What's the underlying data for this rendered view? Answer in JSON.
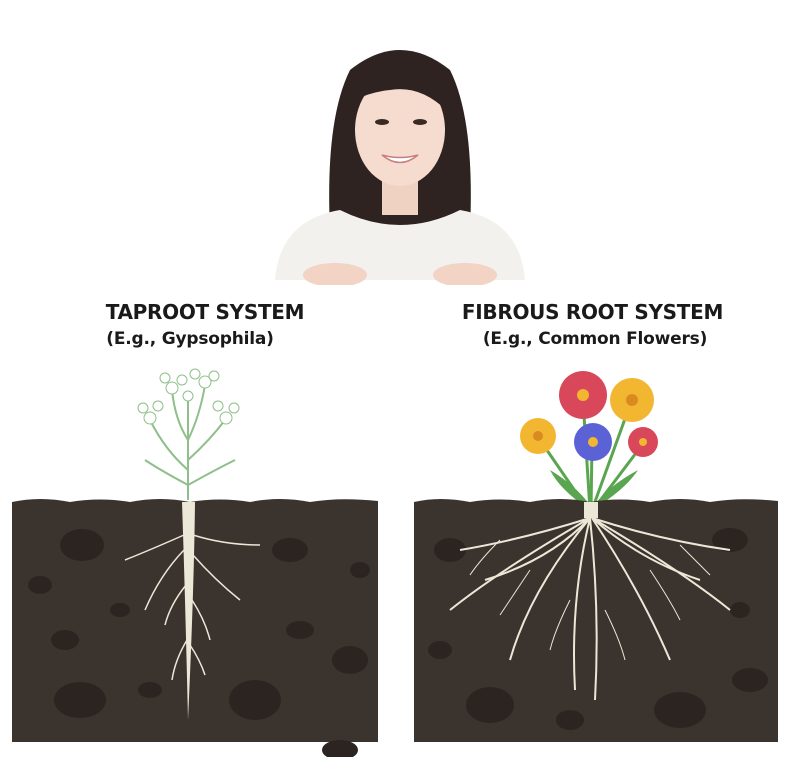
{
  "person": {
    "description": "smiling woman holding edge of sign"
  },
  "left_panel": {
    "title": "TAPROOT SYSTEM",
    "subtitle": "(E.g., Gypsophila)",
    "plant": "gypsophila",
    "root_type": "taproot"
  },
  "right_panel": {
    "title": "FIBROUS ROOT SYSTEM",
    "subtitle": "(E.g., Common Flowers)",
    "plant": "common flowers",
    "root_type": "fibrous"
  },
  "colors": {
    "soil": "#3b332d",
    "soil_dark": "#2b2420",
    "root": "#ece8d8",
    "stem": "#8fbf8a",
    "flower_red": "#d9485a",
    "flower_yellow": "#f2b630",
    "flower_blue": "#5b62d6"
  }
}
